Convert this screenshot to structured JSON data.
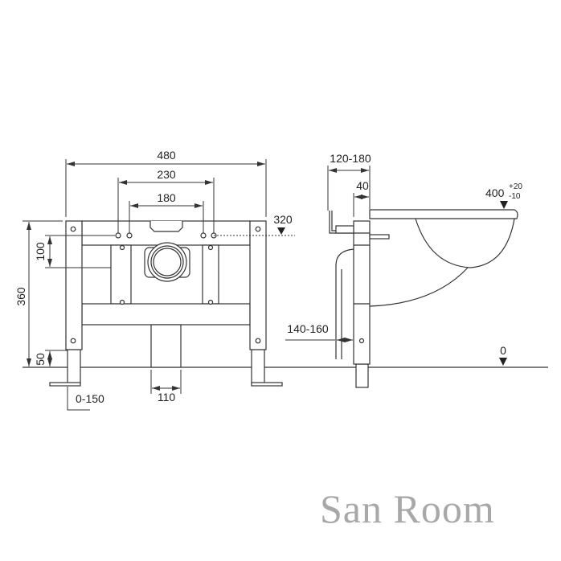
{
  "front_view": {
    "dim_width_total": "480",
    "dim_holes_outer": "230",
    "dim_holes_inner": "180",
    "dim_height_total": "360",
    "dim_hole_to_bar": "100",
    "dim_leg_extension": "50",
    "dim_foot_adjust": "0-150",
    "dim_drain_width": "110",
    "level_mark": "320"
  },
  "side_view": {
    "dim_wall_distance": "120-180",
    "dim_frame_depth": "40",
    "dim_pipe_offset": "140-160",
    "level_bowl": "400",
    "level_bowl_tol_plus": "+20",
    "level_bowl_tol_minus": "-10",
    "level_floor": "0"
  },
  "watermark": "San Room"
}
